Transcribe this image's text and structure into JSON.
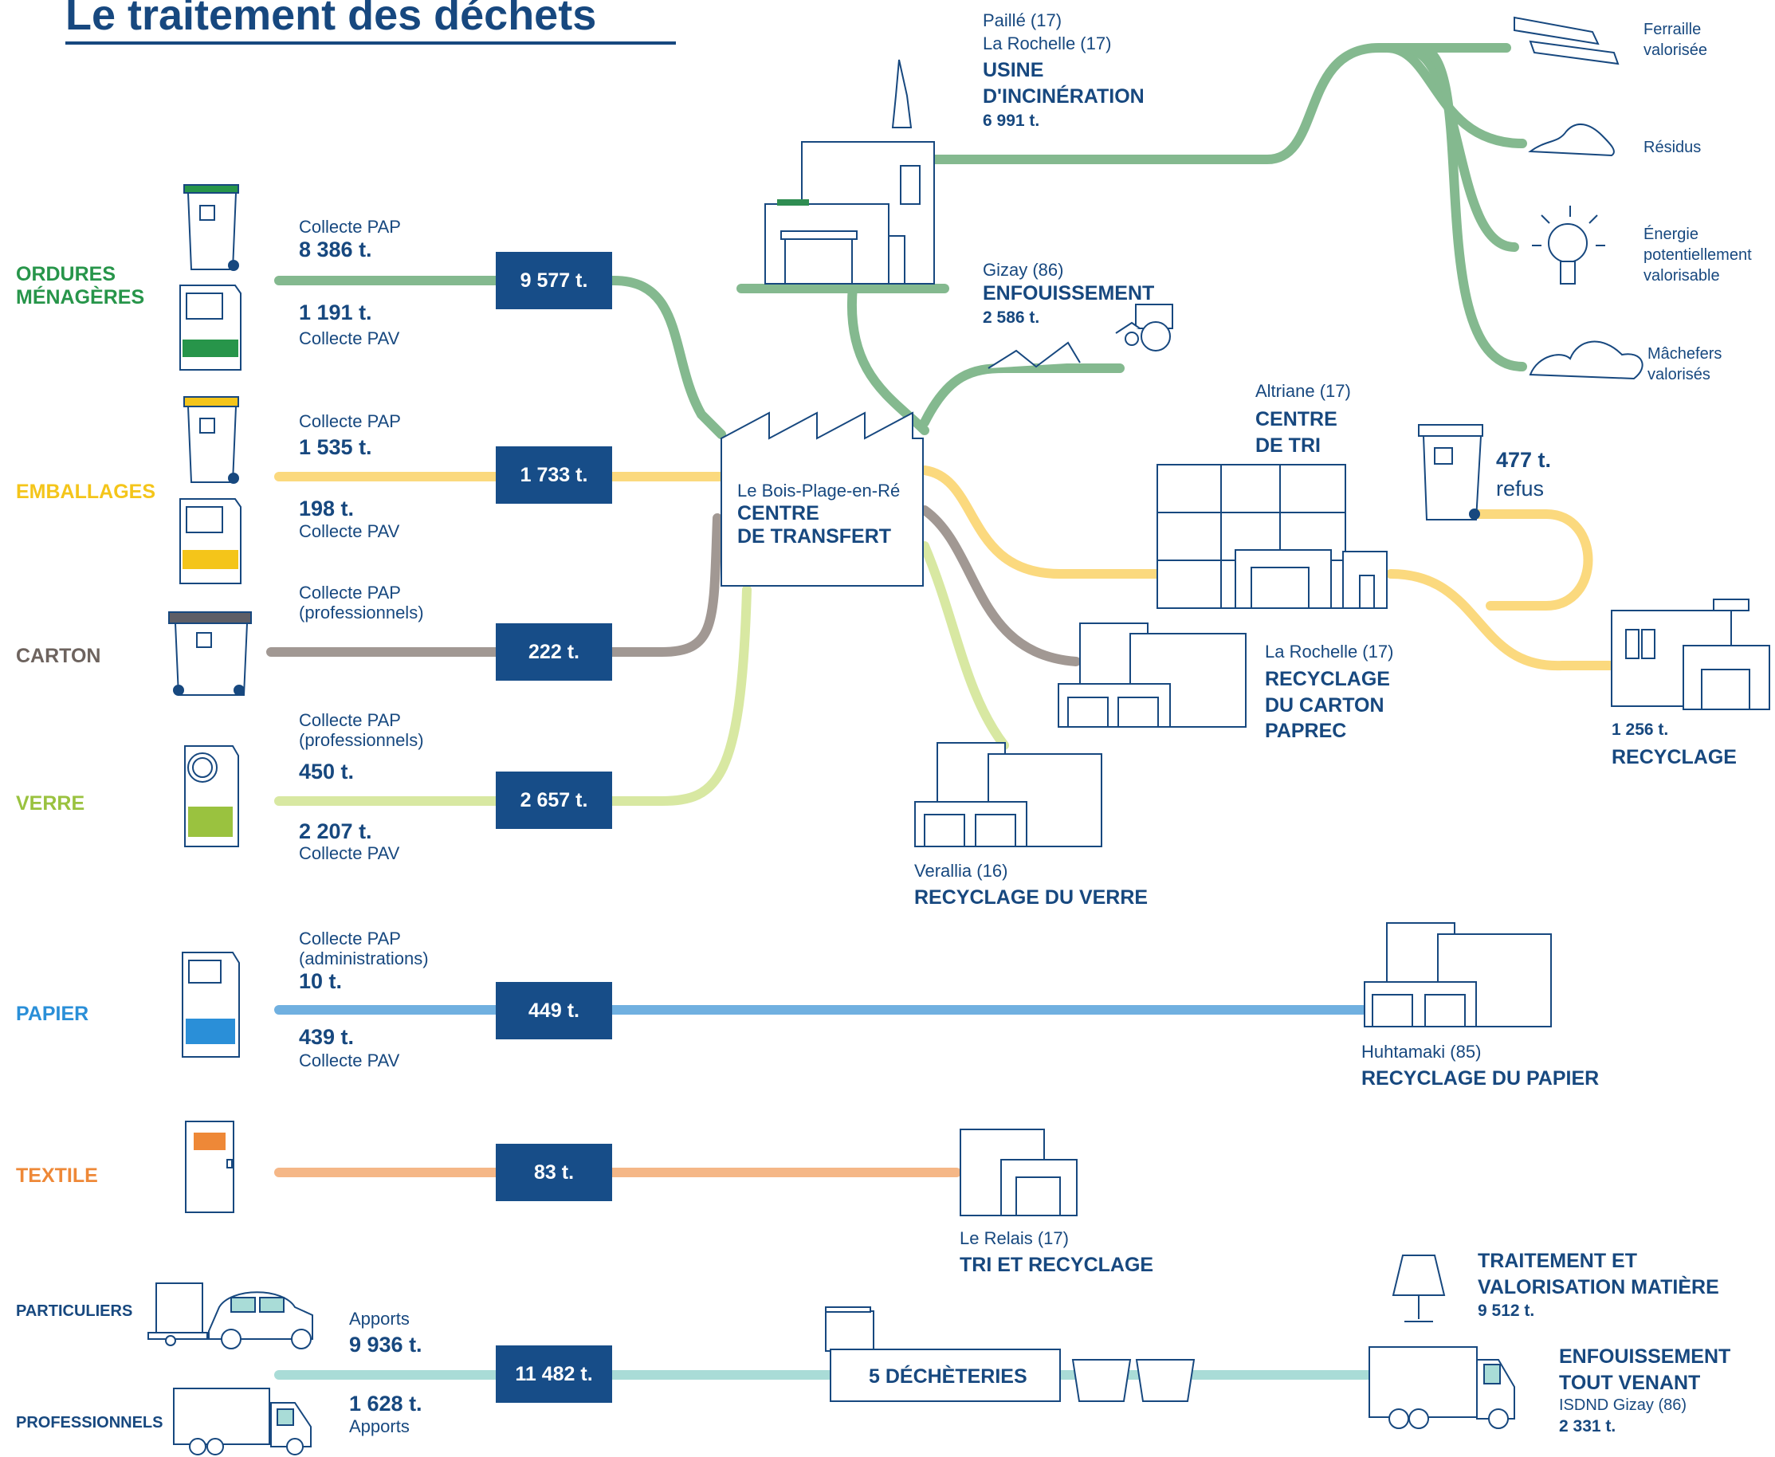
{
  "title": "Le traitement des déchets",
  "colors": {
    "navy": "#17487f",
    "box": "#174d88",
    "green": "#84b98f",
    "yellow": "#fbd97e",
    "brown": "#a19893",
    "lime": "#d8e8a2",
    "blue": "#70b0e0",
    "orange": "#f5b787",
    "teal": "#a9dcd7"
  },
  "categories": {
    "om": {
      "label": "ORDURES\nMÉNAGÈRES",
      "color": "#27954a"
    },
    "emb": {
      "label": "EMBALLAGES",
      "color": "#f4c51a"
    },
    "carton": {
      "label": "CARTON",
      "color": "#6d635e"
    },
    "verre": {
      "label": "VERRE",
      "color": "#9ac23f"
    },
    "papier": {
      "label": "PAPIER",
      "color": "#2a8fd8"
    },
    "textile": {
      "label": "TEXTILE",
      "color": "#ee8837"
    },
    "particuliers": {
      "label": "PARTICULIERS",
      "color": "#17487f"
    },
    "professionnels": {
      "label": "PROFESSIONNELS",
      "color": "#17487f"
    }
  },
  "om": {
    "pap_label": "Collecte PAP",
    "pap_value": "8 386 t.",
    "pav_value": "1 191 t.",
    "pav_label": "Collecte PAV",
    "total": "9 577 t."
  },
  "emb": {
    "pap_label": "Collecte PAP",
    "pap_value": "1 535 t.",
    "pav_value": "198 t.",
    "pav_label": "Collecte PAV",
    "total": "1 733 t."
  },
  "carton": {
    "pap_label": "Collecte PAP\n(professionnels)",
    "total": "222 t."
  },
  "verre": {
    "pap_label": "Collecte PAP\n(professionnels)",
    "pap_value": "450 t.",
    "pav_value": "2 207 t.",
    "pav_label": "Collecte PAV",
    "total": "2 657 t."
  },
  "papier": {
    "pap_label": "Collecte PAP\n(administrations)",
    "pap_value": "10 t.",
    "pav_value": "439 t.",
    "pav_label": "Collecte PAV",
    "total": "449 t."
  },
  "textile": {
    "total": "83 t."
  },
  "apports": {
    "part_label": "Apports",
    "part_value": "9 936 t.",
    "pro_value": "1 628 t.",
    "pro_label": "Apports",
    "total": "11 482 t."
  },
  "transfert": {
    "place": "Le Bois-Plage-en-Ré",
    "name": "CENTRE\nDE TRANSFERT"
  },
  "incineration": {
    "place": "Paillé (17)\nLa Rochelle (17)",
    "name": "USINE\nD'INCINÉRATION",
    "value": "6 991 t."
  },
  "enfouissement": {
    "place": "Gizay (86)",
    "name": "ENFOUISSEMENT",
    "value": "2 586 t."
  },
  "outputs": {
    "ferraille": "Ferraille\nvalorisée",
    "residus": "Résidus",
    "energie": "Énergie\npotentiellement\nvalorisable",
    "machefers": "Mâchefers\nvalorisés"
  },
  "tri": {
    "place": "Altriane (17)",
    "name": "CENTRE\nDE TRI"
  },
  "refus": {
    "value": "477 t.",
    "label": "refus"
  },
  "recyclage": {
    "value": "1 256 t.",
    "name": "RECYCLAGE"
  },
  "carton_rec": {
    "place": "La Rochelle (17)",
    "name": "RECYCLAGE\nDU CARTON\nPAPREC"
  },
  "verre_rec": {
    "place": "Verallia (16)",
    "name": "RECYCLAGE DU VERRE"
  },
  "papier_rec": {
    "place": "Huhtamaki (85)",
    "name": "RECYCLAGE DU PAPIER"
  },
  "textile_rec": {
    "place": "Le Relais (17)",
    "name": "TRI ET RECYCLAGE"
  },
  "decheteries": {
    "name": "5 DÉCHÈTERIES"
  },
  "traitement": {
    "name": "TRAITEMENT ET\nVALORISATION MATIÈRE",
    "value": "9 512 t."
  },
  "enf_tv": {
    "name": "ENFOUISSEMENT\nTOUT VENANT",
    "place": "ISDND Gizay (86)",
    "value": "2 331 t."
  }
}
